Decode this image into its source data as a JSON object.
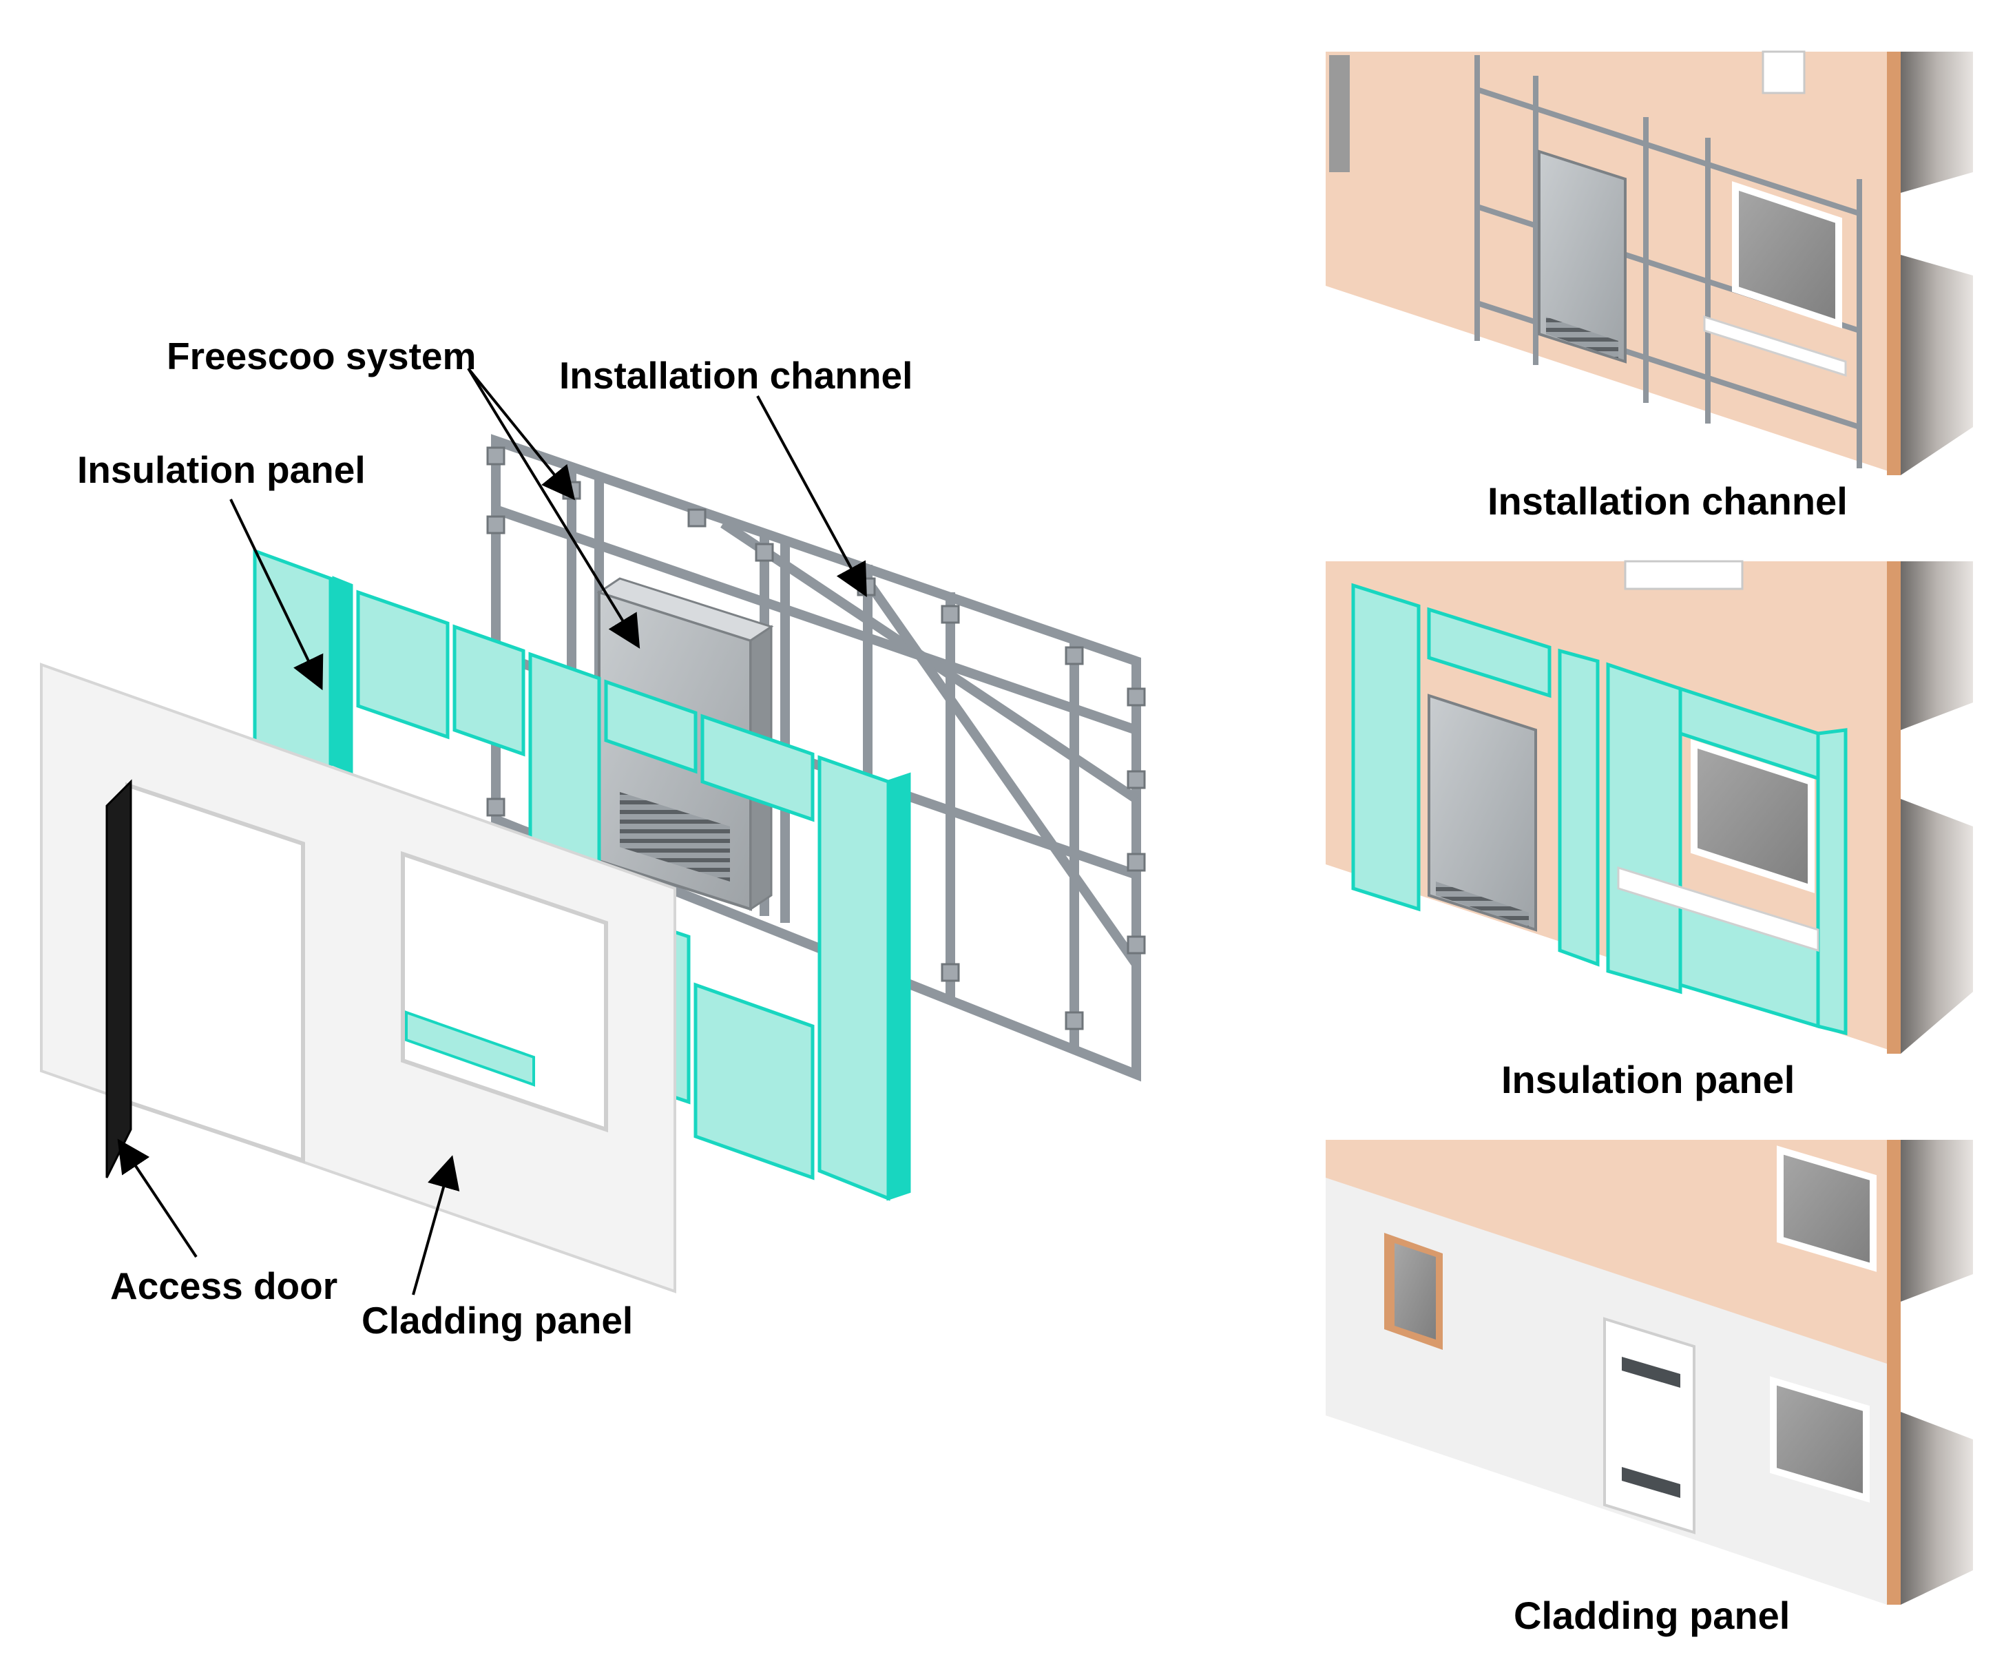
{
  "labels": {
    "freescoo_system": "Freescoo system",
    "installation_channel": "Installation channel",
    "insulation_panel": "Insulation panel",
    "access_door": "Access door",
    "cladding_panel": "Cladding panel"
  },
  "side_captions": {
    "top": "Installation channel",
    "middle": "Insulation panel",
    "bottom": "Cladding panel"
  },
  "colors": {
    "insulation": "#a8ece1",
    "insulation_edge": "#18d6c0",
    "frame": "#8f969d",
    "unit": "#b7bbbe",
    "cladding": "#f3f3f3",
    "facade": "#f3d2bb",
    "slab_edge": "#d99a6b",
    "door": "#1b1b1b"
  }
}
